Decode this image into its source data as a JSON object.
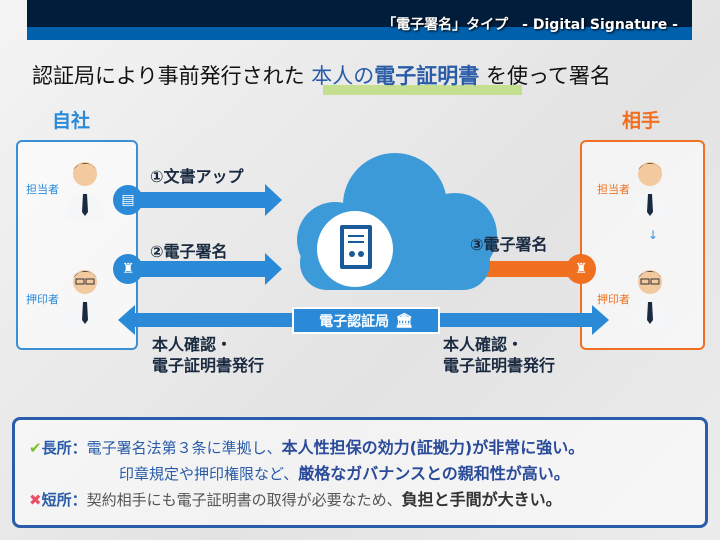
{
  "header": {
    "title": "「電子署名」タイプ　- Digital Signature -"
  },
  "headline": {
    "pre": "認証局により事前発行された",
    "hl1": "本人の",
    "hl2": "電子証明書",
    "post": "を使って署名"
  },
  "left": {
    "title": "自社",
    "person1": "担当者",
    "person2": "押印者"
  },
  "right": {
    "title": "相手",
    "person1": "担当者",
    "person2": "押印者"
  },
  "steps": {
    "s1": "①文書アップ",
    "s2": "②電子署名",
    "s3": "③電子署名"
  },
  "ca": {
    "label": "電子認証局",
    "left_line1": "本人確認・",
    "left_line2": "電子証明書発行",
    "right_line1": "本人確認・",
    "right_line2": "電子証明書発行"
  },
  "pros": {
    "label": "長所：",
    "line1_plain": "電子署名法第３条に準拠し、",
    "line1_bold": "本人性担保の効力(証拠力)が非常に強い。",
    "line2_plain": "印章規定や押印権限など、",
    "line2_bold": "厳格なガバナンスとの親和性が高い。"
  },
  "cons": {
    "label": "短所：",
    "plain": "契約相手にも電子証明書の取得が必要なため、",
    "bold": "負担と手間が大きい。"
  },
  "colors": {
    "navy": "#001e3c",
    "blue": "#0060ac",
    "orange": "#f07020",
    "green": "#7cbf2a",
    "red": "#e8506a"
  }
}
